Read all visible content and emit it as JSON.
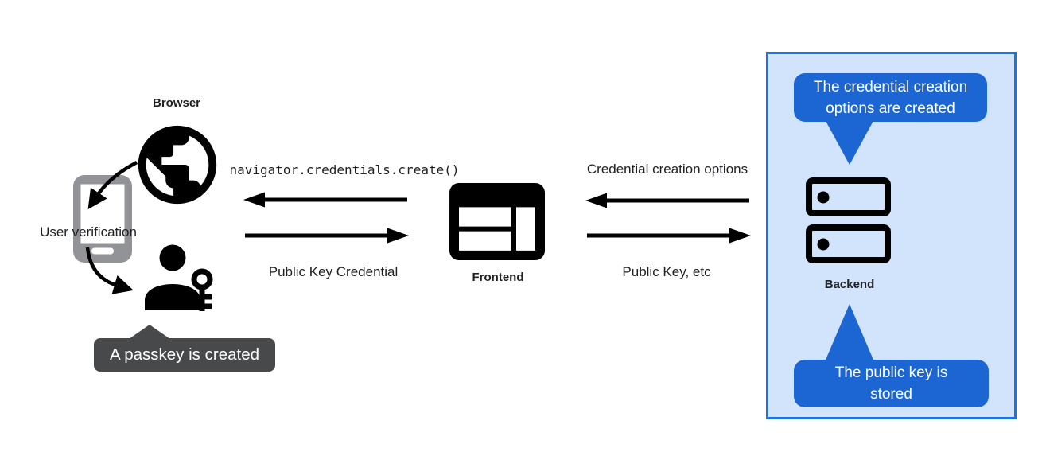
{
  "diagram": {
    "left": {
      "browser_label": "Browser",
      "user_verification_label": "User verification",
      "passkey_tooltip": "A passkey is created"
    },
    "center": {
      "api_call": "navigator.credentials.create()",
      "frontend_label": "Frontend",
      "public_key_credential_label": "Public Key Credential"
    },
    "exchange": {
      "credential_creation_options_label": "Credential creation options",
      "public_key_etc_label": "Public Key, etc"
    },
    "backend_panel": {
      "backend_label": "Backend",
      "top_callout": "The credential creation\noptions are created",
      "bottom_callout": "The public key is\nstored"
    },
    "colors": {
      "callout-blue": "#1b66d2",
      "panel-fill": "#d2e3fc",
      "panel-border": "#1a73e8",
      "tooltip-gray": "#48494b",
      "phone-gray": "#919396",
      "ink": "#000000"
    }
  }
}
